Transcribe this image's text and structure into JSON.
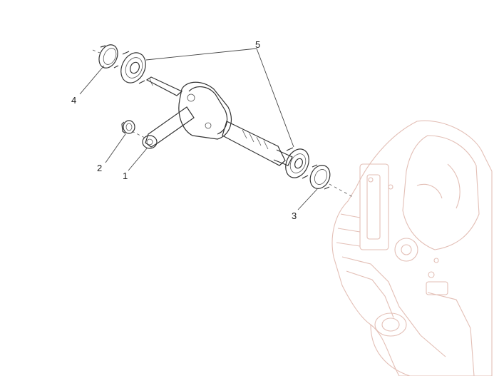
{
  "diagram": {
    "callouts": [
      {
        "id": "1",
        "label": "1"
      },
      {
        "id": "2",
        "label": "2"
      },
      {
        "id": "3",
        "label": "3"
      },
      {
        "id": "4",
        "label": "4"
      },
      {
        "id": "5",
        "label": "5"
      }
    ],
    "colors": {
      "line": "#333333",
      "ghost_housing": "#e3bfb6",
      "background": "#ffffff"
    }
  }
}
